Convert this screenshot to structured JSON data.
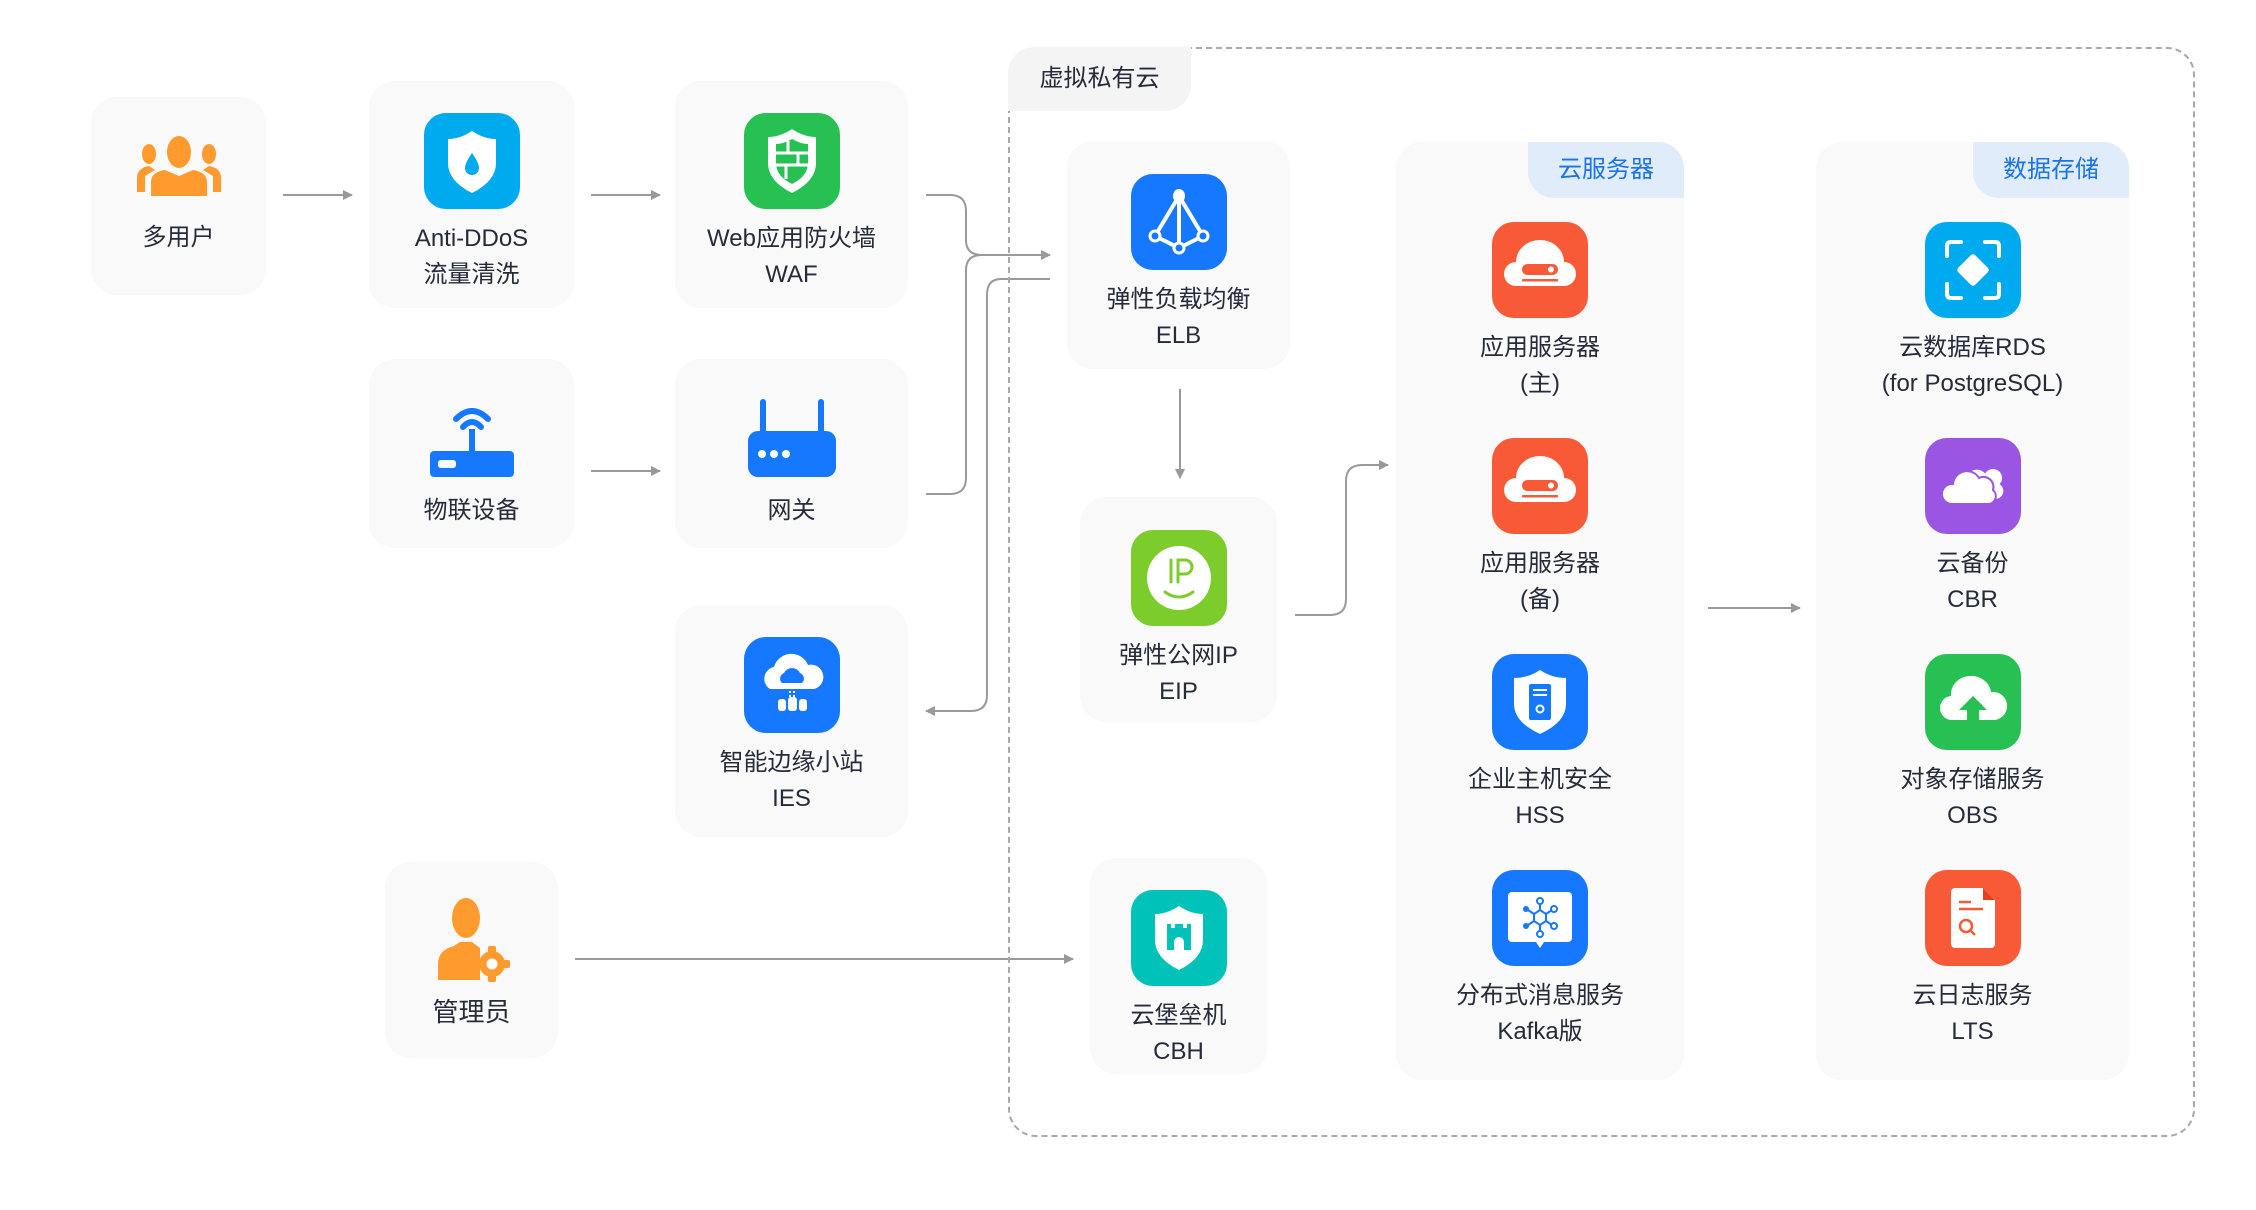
{
  "vpc": {
    "label": "虚拟私有云"
  },
  "external": {
    "multi_user": {
      "label": "多用户",
      "icon": "users-icon",
      "color": "#ff9a2e"
    },
    "anti_ddos": {
      "label1": "Anti-DDoS",
      "label2": "流量清洗",
      "icon": "shield-droplet-icon",
      "color": "#00aaee"
    },
    "waf": {
      "label1": "Web应用防火墙",
      "label2": "WAF",
      "icon": "shield-wall-icon",
      "color": "#27c052"
    },
    "iot": {
      "label": "物联设备",
      "icon": "wifi-router-icon",
      "color": "#1677ff"
    },
    "gateway": {
      "label": "网关",
      "icon": "router-icon",
      "color": "#1677ff"
    },
    "ies": {
      "label1": "智能边缘小站",
      "label2": "IES",
      "icon": "edge-cloud-icon",
      "color": "#1677ff"
    },
    "admin": {
      "label": "管理员",
      "icon": "admin-gear-icon",
      "color": "#ff9a2e"
    }
  },
  "network": {
    "elb": {
      "label1": "弹性负载均衡",
      "label2": "ELB",
      "icon": "load-balancer-icon",
      "color": "#1677ff"
    },
    "eip": {
      "label1": "弹性公网IP",
      "label2": "EIP",
      "icon": "ip-icon",
      "color": "#7ccc2c"
    },
    "cbh": {
      "label1": "云堡垒机",
      "label2": "CBH",
      "icon": "fortress-shield-icon",
      "color": "#00c2b8"
    }
  },
  "cloud_servers": {
    "title": "云服务器",
    "items": [
      {
        "label1": "应用服务器",
        "label2": "(主)",
        "icon": "cloud-server-icon",
        "color": "#f85a37"
      },
      {
        "label1": "应用服务器",
        "label2": "(备)",
        "icon": "cloud-server-icon",
        "color": "#f85a37"
      },
      {
        "label1": "企业主机安全",
        "label2": "HSS",
        "icon": "host-security-icon",
        "color": "#1677ff"
      },
      {
        "label1": "分布式消息服务",
        "label2": "Kafka版",
        "icon": "message-hub-icon",
        "color": "#1677ff"
      }
    ]
  },
  "data_storage": {
    "title": "数据存储",
    "items": [
      {
        "label1": "云数据库RDS",
        "label2": "(for PostgreSQL)",
        "icon": "database-icon",
        "color": "#00aaee"
      },
      {
        "label1": "云备份",
        "label2": "CBR",
        "icon": "cloud-backup-icon",
        "color": "#9b55e3"
      },
      {
        "label1": "对象存储服务",
        "label2": "OBS",
        "icon": "cloud-upload-icon",
        "color": "#27c052"
      },
      {
        "label1": "云日志服务",
        "label2": "LTS",
        "icon": "log-search-icon",
        "color": "#f85a37"
      }
    ]
  }
}
